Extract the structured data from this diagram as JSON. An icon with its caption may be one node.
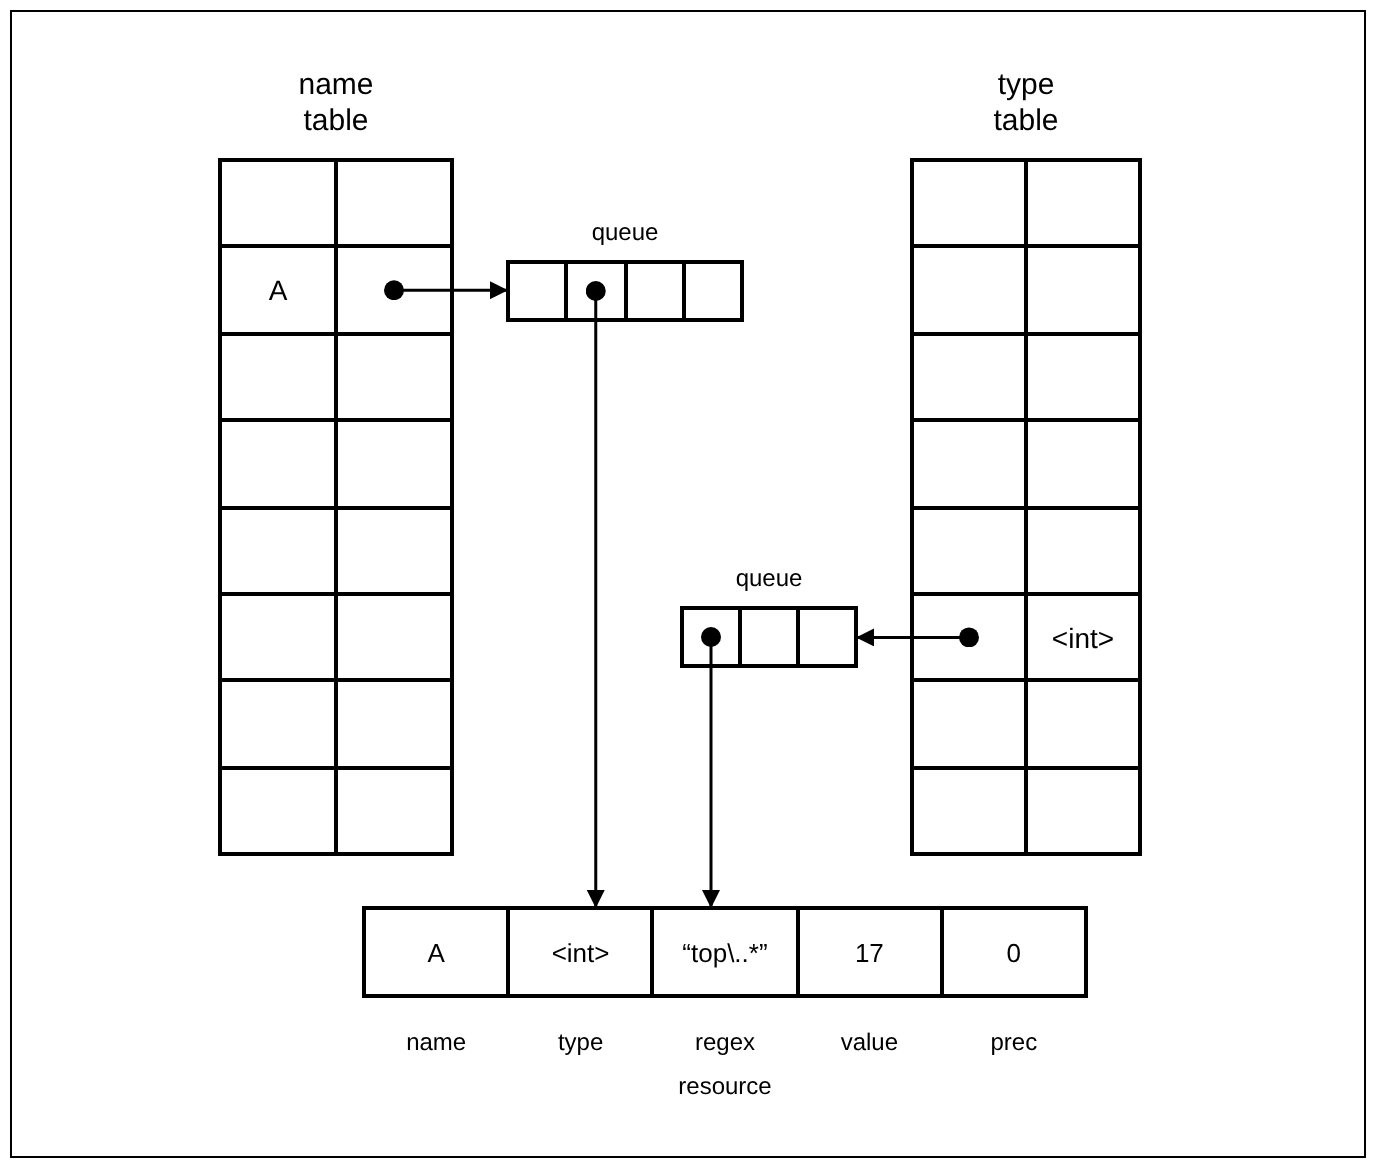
{
  "diagram": {
    "nodes": [
      {
        "text": [
          "name table"
        ]
      },
      {
        "text": [
          "A"
        ],
        "in": 0
      },
      {
        "text": [],
        "shape": "box",
        "in": 0
      },
      {
        "text": [
          "queue"
        ]
      },
      {
        "text": [],
        "shape": "box",
        "in": 3
      },
      {
        "text": [],
        "shape": "box",
        "in": 3
      },
      {
        "text": [],
        "shape": "box",
        "in": 3
      },
      {
        "text": [],
        "shape": "box",
        "in": 3
      },
      {
        "text": [
          "type table"
        ]
      },
      {
        "text": [
          "queue"
        ]
      },
      {
        "text": [],
        "shape": "box",
        "in": 9
      },
      {
        "text": [],
        "shape": "box",
        "in": 9
      },
      {
        "text": [],
        "shape": "box",
        "in": 9
      },
      {
        "text": [],
        "shape": "box",
        "in": 8
      },
      {
        "text": [
          "<int>"
        ],
        "in": 8
      },
      {
        "text": [
          "resource"
        ]
      },
      {
        "text": [
          "A"
        ],
        "beside": [
          "name"
        ],
        "in": 15
      },
      {
        "text": [
          "<int>"
        ],
        "beside": [
          "type"
        ],
        "in": 15
      },
      {
        "text": [
          "“top\\..*”"
        ],
        "beside": [
          "regex"
        ],
        "in": 15
      },
      {
        "text": [
          "17"
        ],
        "beside": [
          "value"
        ],
        "in": 15
      },
      {
        "text": [
          "0"
        ],
        "beside": [
          "prec"
        ],
        "in": 15
      }
    ],
    "edges": [
      {
        "from": 2,
        "to": 3,
        "arrow": "to"
      },
      {
        "from": 5,
        "to": 17,
        "arrow": "to"
      },
      {
        "from": 13,
        "to": 9,
        "arrow": "to"
      },
      {
        "from": 10,
        "to": 18,
        "arrow": "to"
      }
    ]
  }
}
